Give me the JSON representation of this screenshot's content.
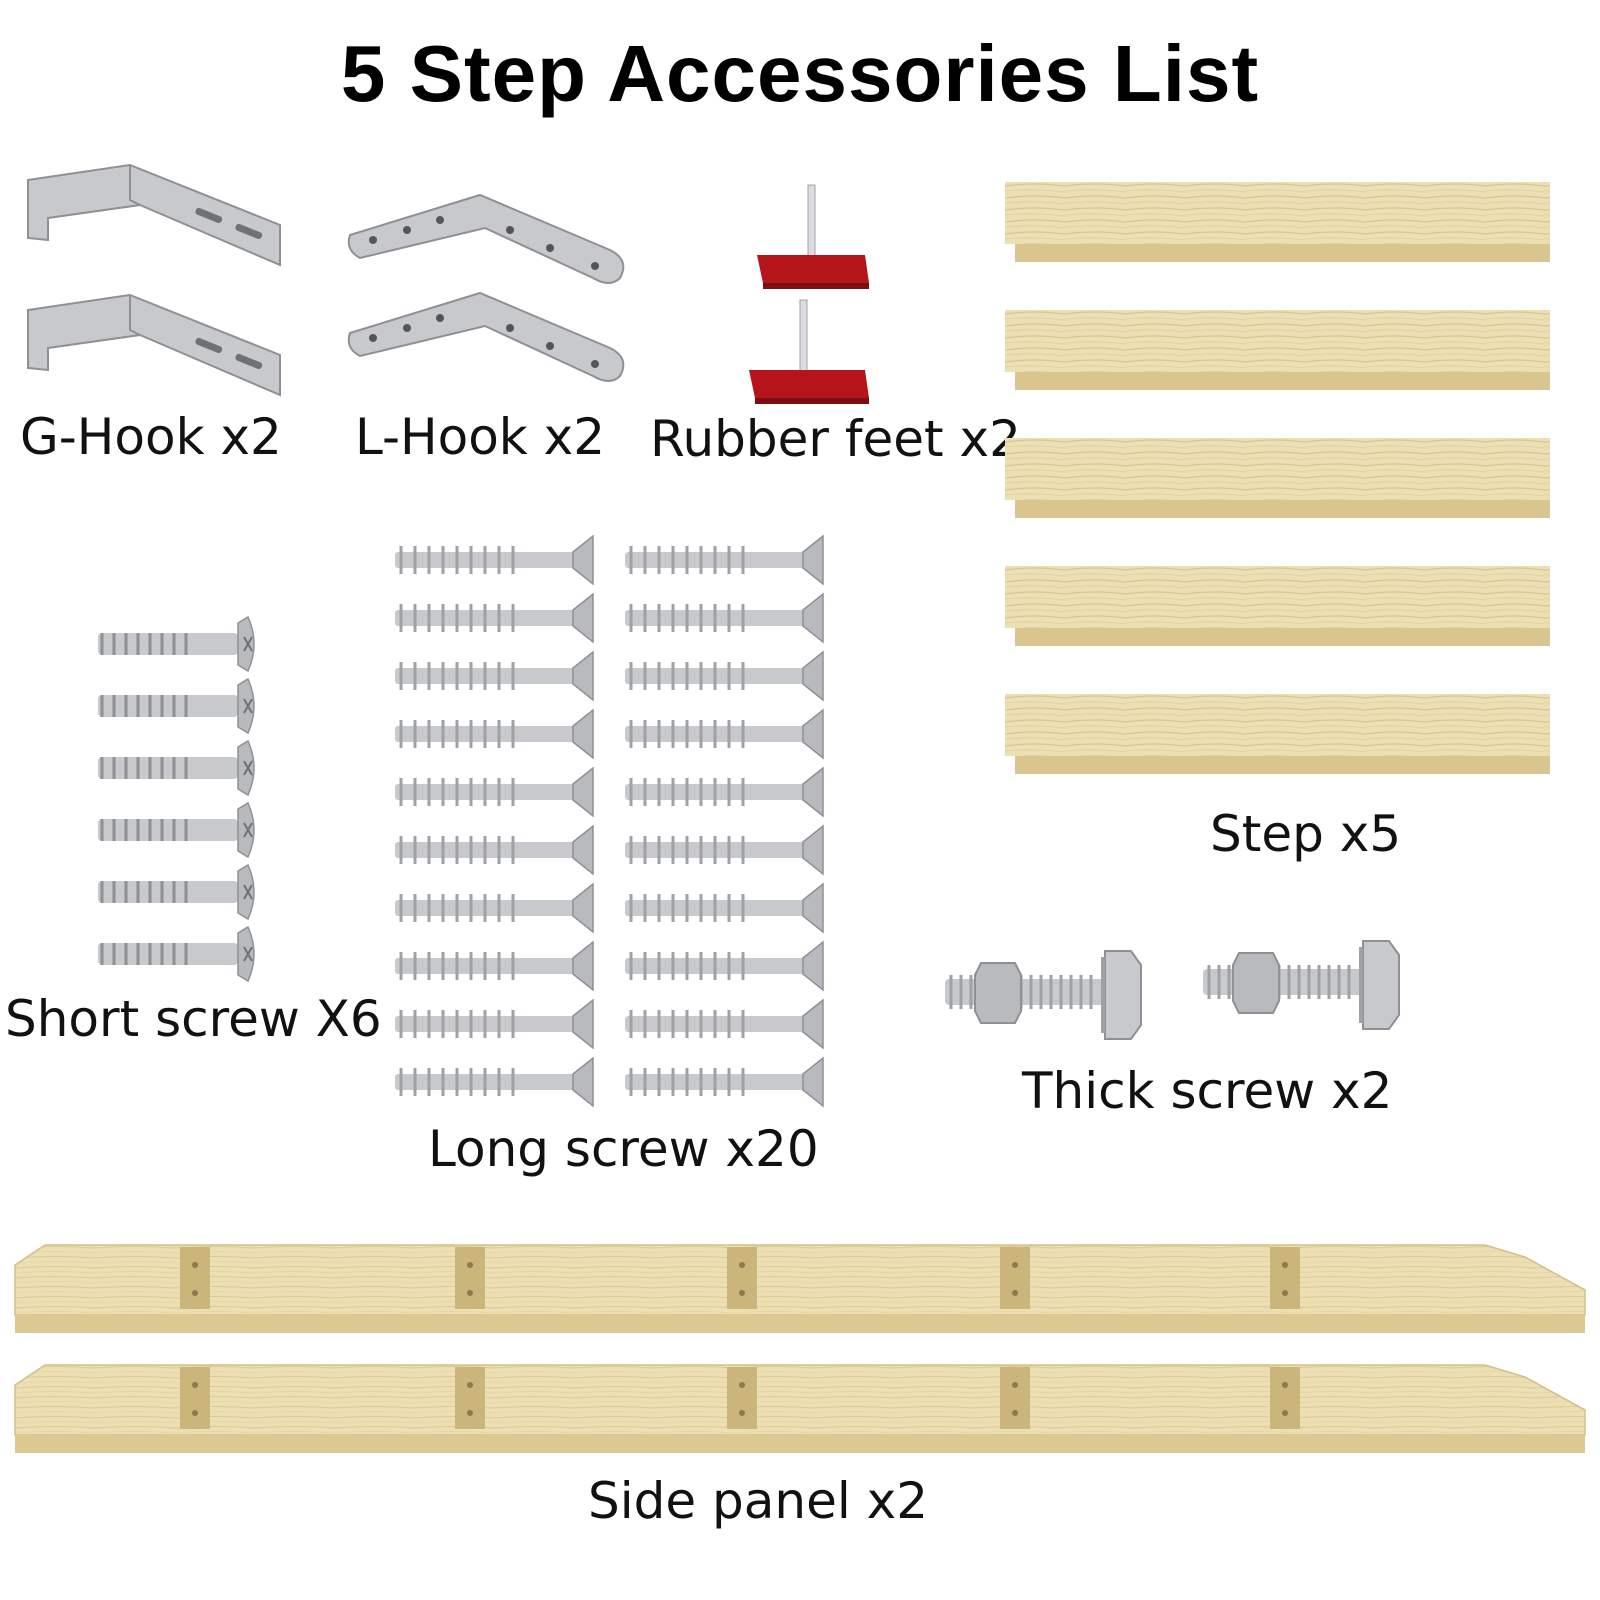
{
  "title": "5 Step Accessories List",
  "items": {
    "g_hook": {
      "label": "G-Hook x2"
    },
    "l_hook": {
      "label": "L-Hook x2"
    },
    "rubber_feet": {
      "label": "Rubber feet x2"
    },
    "step": {
      "label": "Step x5"
    },
    "short_screw": {
      "label": "Short screw X6"
    },
    "long_screw": {
      "label": "Long screw x20"
    },
    "thick_screw": {
      "label": "Thick screw x2"
    },
    "side_panel": {
      "label": "Side panel x2"
    }
  },
  "colors": {
    "metal": "#c8c9cc",
    "metal_dark": "#9fa1a5",
    "wood": "#ecdfb4",
    "wood_edge": "#d9c68f",
    "rubber": "#b5141a"
  }
}
